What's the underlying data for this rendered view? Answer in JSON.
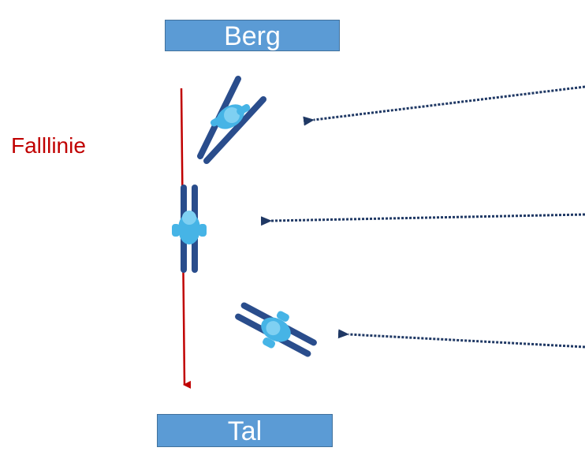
{
  "diagram": {
    "top_label": "Berg",
    "bottom_label": "Tal",
    "fall_line_label": "Falllinie"
  },
  "colors": {
    "box_fill": "#5b9bd5",
    "fall_line": "#c00000",
    "skier_body": "#46b4e6",
    "skis": "#2a4d8c",
    "pointer_arrow": "#1f3864"
  },
  "skiers": [
    {
      "orientation": "diagonal"
    },
    {
      "orientation": "parallel-to-fall-line"
    },
    {
      "orientation": "across-fall-line"
    }
  ]
}
